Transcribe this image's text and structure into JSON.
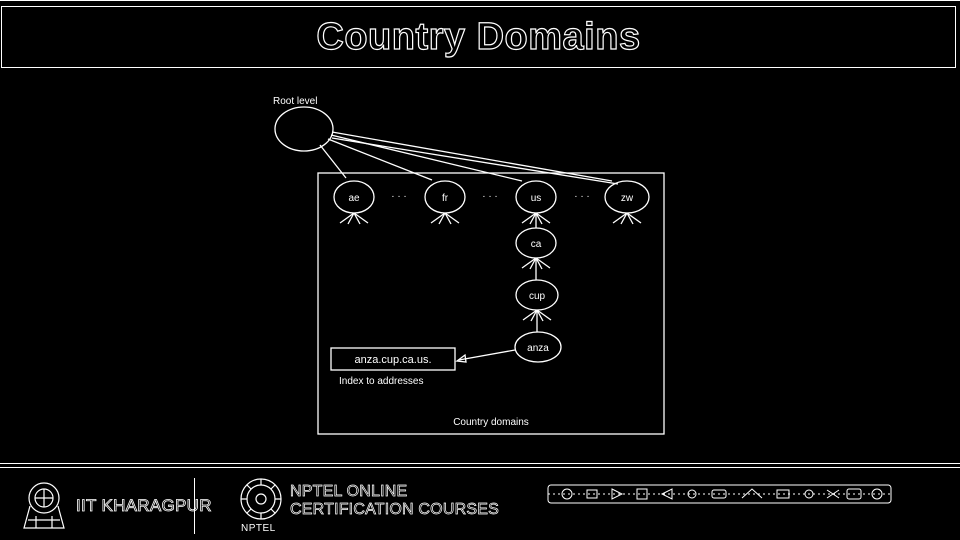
{
  "slide": {
    "title": "Country Domains"
  },
  "diagram": {
    "root_label": "Root level",
    "nodes": {
      "ae": "ae",
      "fr": "fr",
      "us": "us",
      "zw": "zw",
      "ca": "ca",
      "cup": "cup",
      "anza": "anza"
    },
    "ellipsis": "· · ·",
    "address_box": "anza.cup.ca.us.",
    "index_label": "Index to addresses",
    "region_label": "Country domains"
  },
  "footer": {
    "institute": "IIT KHARAGPUR",
    "nptel_line1": "NPTEL ONLINE",
    "nptel_line2": "CERTIFICATION COURSES",
    "nptel_small": "NPTEL"
  }
}
